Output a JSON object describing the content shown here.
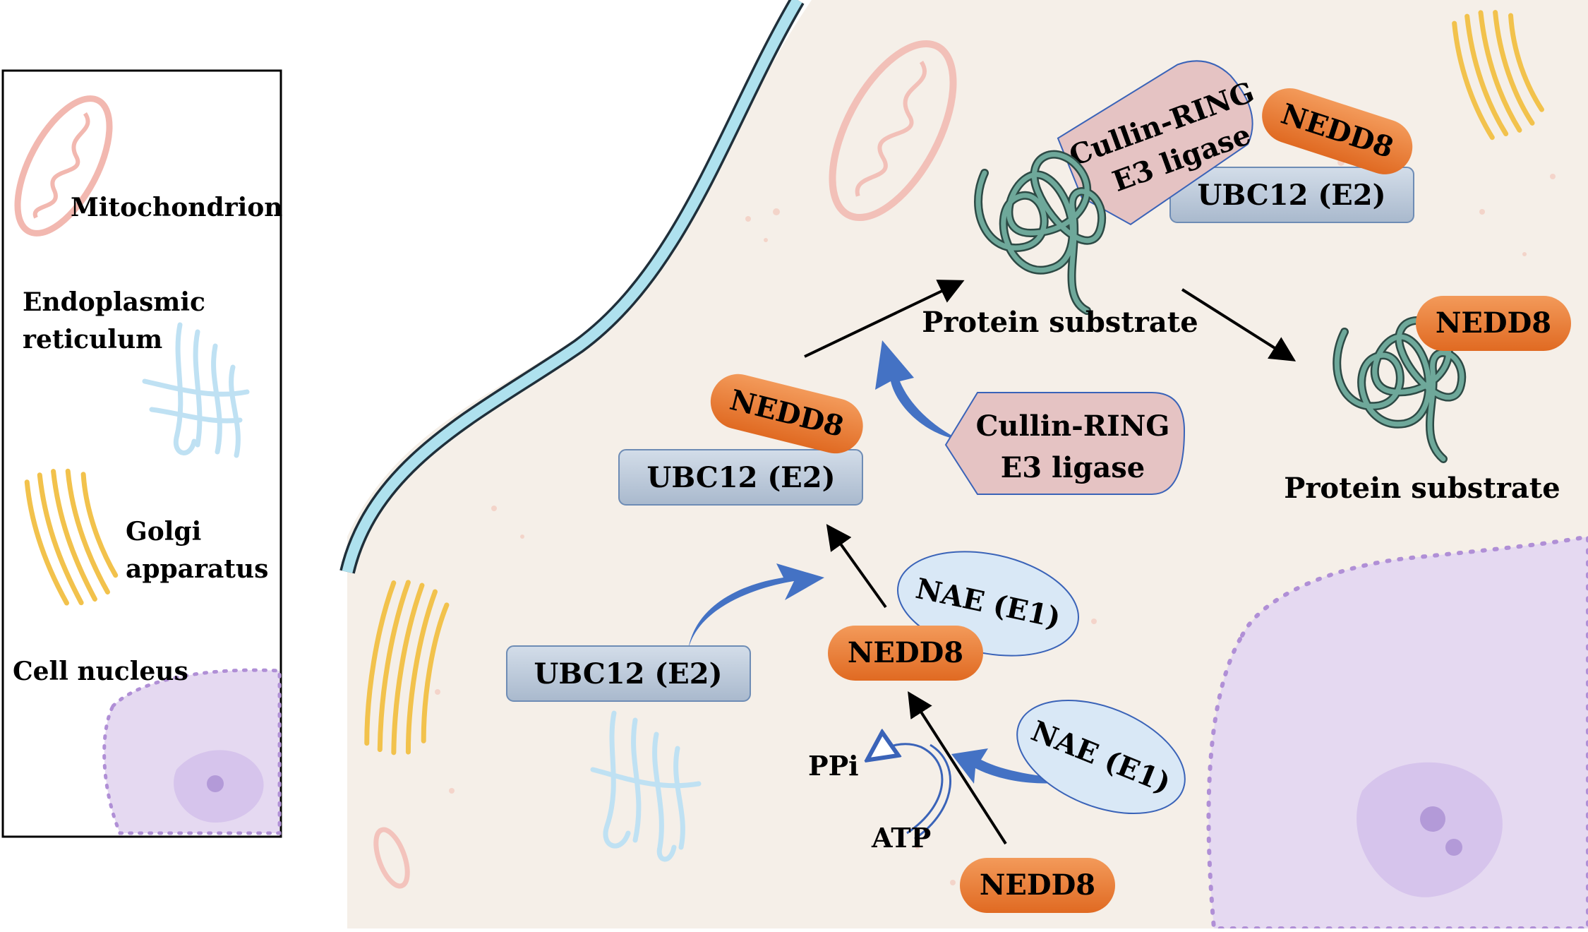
{
  "legend": {
    "mitochondrion": "Mitochondrion",
    "er_line1": "Endoplasmic",
    "er_line2": "reticulum",
    "golgi_line1": "Golgi",
    "golgi_line2": "apparatus",
    "nucleus": "Cell nucleus"
  },
  "labels": {
    "nedd8": "NEDD8",
    "ubc12": "UBC12 (E2)",
    "nae": "NAE (E1)",
    "cullin_line1": "Cullin-RING",
    "cullin_line2": "E3 ligase",
    "protein_substrate": "Protein substrate",
    "ppi": "PPi",
    "atp": "ATP"
  },
  "colors": {
    "nedd8": "#e9772f",
    "ubc12": "#b7c6d8",
    "nae": "#d9e8f6",
    "cullin": "#e5c3c3",
    "cytoplasm": "#f5efe8",
    "membrane": "#aee1ee",
    "nucleus": "#e5d9f1",
    "arrow_blue": "#4472c4",
    "protein_strand": "#6ea89a"
  }
}
